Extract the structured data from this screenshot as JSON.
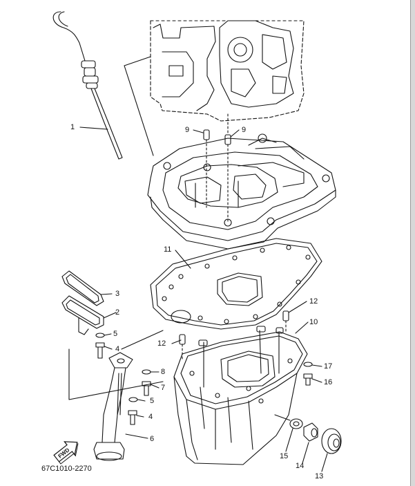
{
  "diagram": {
    "drawing_code": "67C1010-2270",
    "fwd_label": "FWD",
    "callouts": [
      "1",
      "2",
      "3",
      "4",
      "4",
      "5",
      "5",
      "6",
      "7",
      "8",
      "9",
      "9",
      "10",
      "11",
      "12",
      "12",
      "13",
      "14",
      "15",
      "16",
      "17"
    ]
  }
}
